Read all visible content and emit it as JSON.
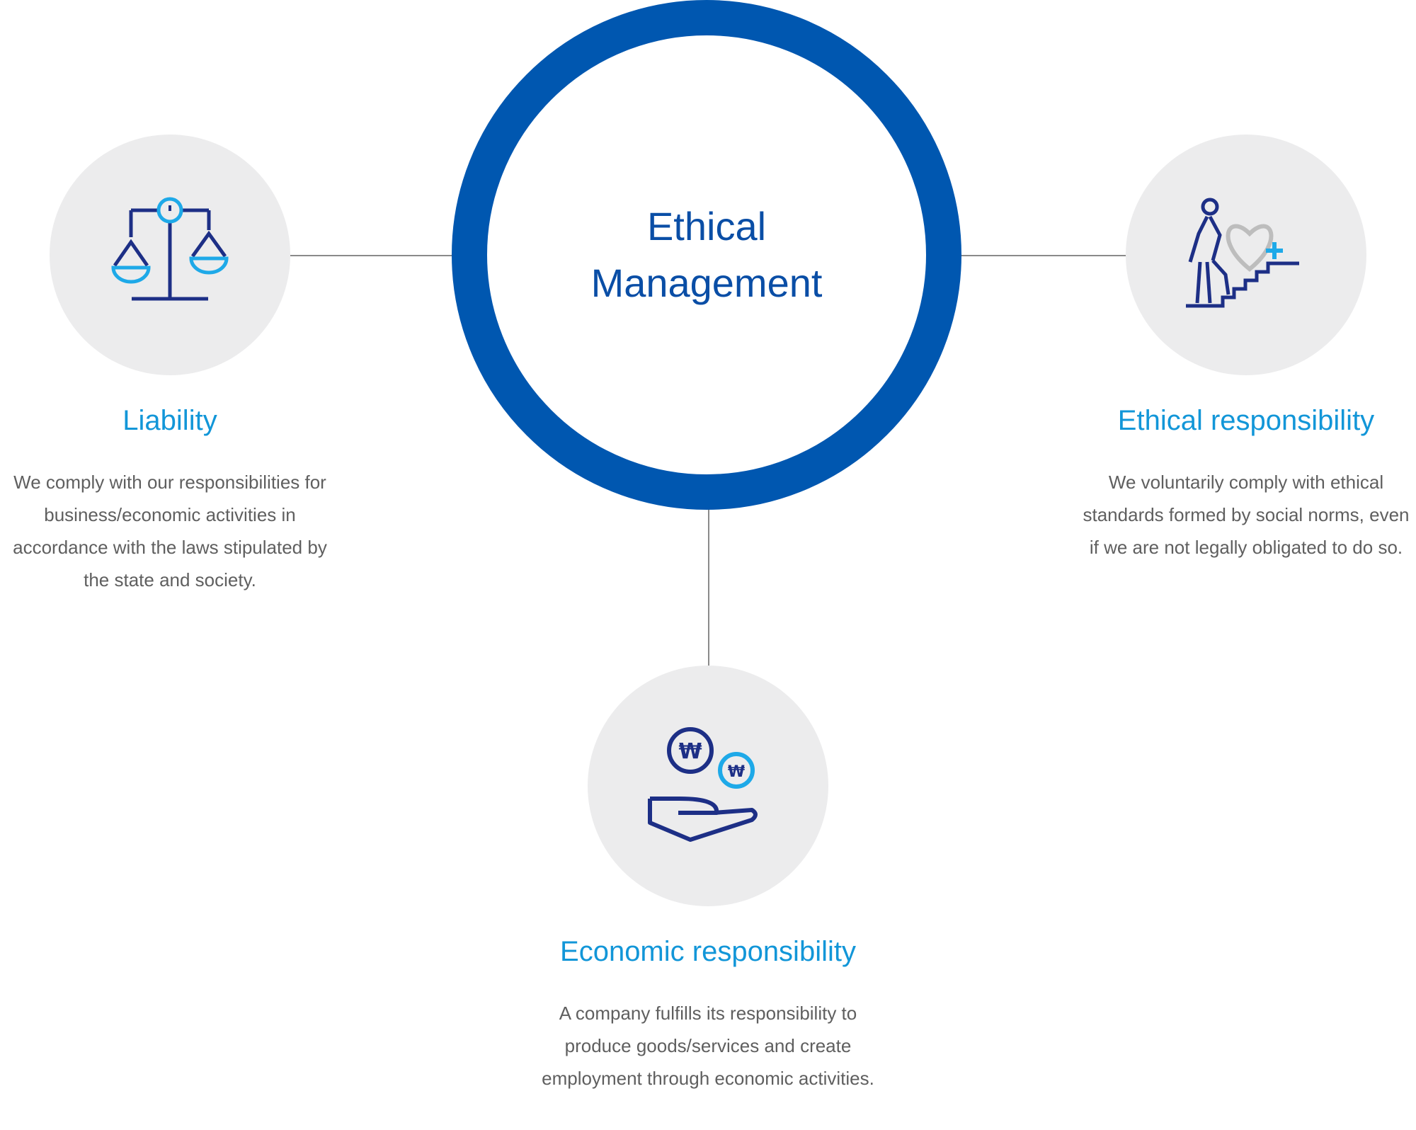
{
  "center": {
    "title": "Ethical\nManagement"
  },
  "nodes": {
    "liability": {
      "icon": "scales-icon",
      "title": "Liability",
      "description": "We comply with our responsibilities for business/economic activities in accordance with the laws stipulated by the state and society."
    },
    "ethical": {
      "icon": "person-stairs-heart-icon",
      "title": "Ethical responsibility",
      "description": "We voluntarily comply with ethical standards formed by social norms, even if we are not legally obligated to do so."
    },
    "economic": {
      "icon": "hand-coins-icon",
      "title": "Economic responsibility",
      "description": "A company fulfills its responsibility to produce goods/services and create employment through economic activities."
    }
  },
  "colors": {
    "ring": "#0057b0",
    "navy": "#1d2f86",
    "cyan": "#1ea9e8",
    "title": "#1296d8",
    "text": "#5f5f5f",
    "circle": "#ececed",
    "line": "#8a8a8a"
  }
}
